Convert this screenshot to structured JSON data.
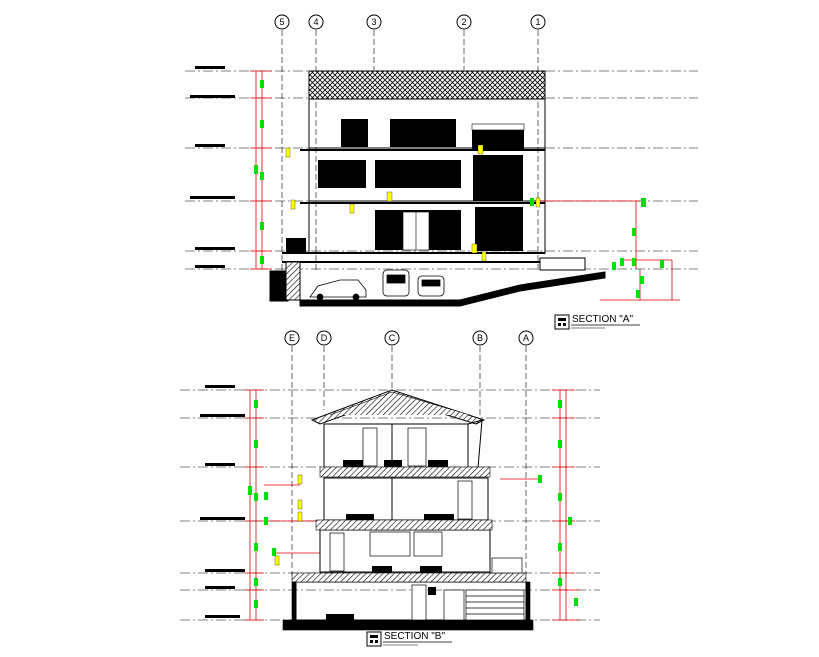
{
  "section_a": {
    "title": "SECTION \"A\"",
    "grid_labels": [
      "5",
      "4",
      "3",
      "2",
      "1"
    ]
  },
  "section_b": {
    "title": "SECTION \"B\"",
    "grid_labels": [
      "E",
      "D",
      "C",
      "B",
      "A"
    ]
  },
  "colors": {
    "line": "#000000",
    "dimension": "#e00000",
    "marker_green": "#00e000",
    "marker_yellow": "#ffff00"
  }
}
